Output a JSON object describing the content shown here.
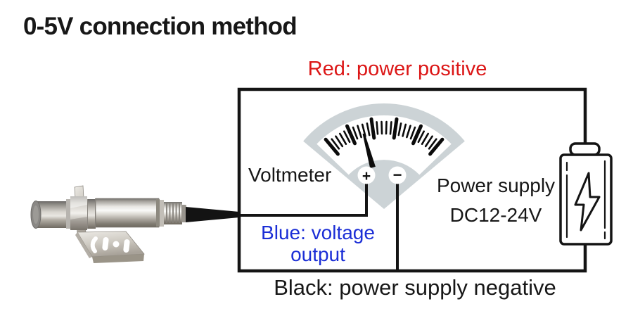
{
  "title": "0-5V connection method",
  "diagram": {
    "red_label": "Red: power positive",
    "voltmeter_label": "Voltmeter",
    "terminal_plus": "+",
    "terminal_minus": "−",
    "power_supply_label_line1": "Power supply",
    "power_supply_label_line2": "DC12-24V",
    "blue_label_line1": "Blue: voltage",
    "blue_label_line2": "output",
    "black_label": "Black: power supply negative"
  },
  "colors": {
    "red_label": "#dc1616",
    "blue_label": "#1b2ed6",
    "text": "#171717",
    "wire": "#141414",
    "gauge_gray": "#ccd3d6"
  },
  "icons": {
    "voltmeter_gauge_icon": "analog-meter-fan-dial",
    "battery_icon": "battery-cell-with-lightning-bolt",
    "sensor_image": "cylindrical-infrared-sensor-probe-with-bracket-and-cable"
  }
}
